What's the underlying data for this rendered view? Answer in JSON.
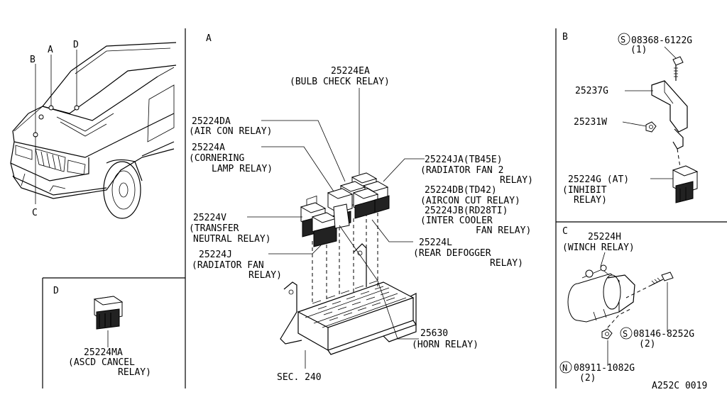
{
  "diagram_code": "A252C 0019",
  "sections": {
    "A": "A",
    "B": "B",
    "C": "C",
    "D": "D",
    "D_panel": "D"
  },
  "vehicle_labels": {
    "a": "A",
    "b": "B",
    "c": "C",
    "d": "D"
  },
  "panel_a": {
    "bulb_check": {
      "part": "25224EA",
      "name": "(BULB CHECK RELAY)"
    },
    "air_con": {
      "part": "25224DA",
      "name": "(AIR CON RELAY)"
    },
    "cornering": {
      "part": "25224A",
      "name1": "(CORNERING",
      "name2": "LAMP RELAY)"
    },
    "radiator_fan2": {
      "part": "25224JA(TB45E)",
      "name1": "(RADIATOR FAN 2",
      "name2": "RELAY)"
    },
    "aircon_cut": {
      "part": "25224DB(TD42)",
      "name": "(AIRCON CUT RELAY)"
    },
    "inter_cooler": {
      "part": "25224JB(RD28TI)",
      "name1": "(INTER COOLER",
      "name2": "FAN RELAY)"
    },
    "transfer": {
      "part": "25224V",
      "name1": "(TRANSFER",
      "name2": "NEUTRAL RELAY)"
    },
    "rear_defogger": {
      "part": "25224L",
      "name1": "(REAR DEFOGGER",
      "name2": "RELAY)"
    },
    "radiator_fan": {
      "part": "25224J",
      "name1": "(RADIATOR FAN",
      "name2": "RELAY)"
    },
    "horn": {
      "part": "25630",
      "name": "(HORN RELAY)"
    },
    "sec": "SEC. 240"
  },
  "panel_b": {
    "bolt": {
      "part": "08368-6122G",
      "qty": "(1)",
      "prefix": "S"
    },
    "bracket": "25237G",
    "nut": "25231W",
    "inhibit": {
      "part": "25224G (AT)",
      "name1": "(INHIBIT",
      "name2": "RELAY)"
    }
  },
  "panel_c": {
    "winch": {
      "part": "25224H",
      "name": "(WINCH RELAY)"
    },
    "bolt": {
      "part": "08146-8252G",
      "qty": "(2)",
      "prefix": "S"
    },
    "nut": {
      "part": "08911-1082G",
      "qty": "(2)",
      "prefix": "N"
    }
  },
  "panel_d": {
    "ascd": {
      "part": "25224MA",
      "name1": "(ASCD CANCEL",
      "name2": "RELAY)"
    }
  }
}
